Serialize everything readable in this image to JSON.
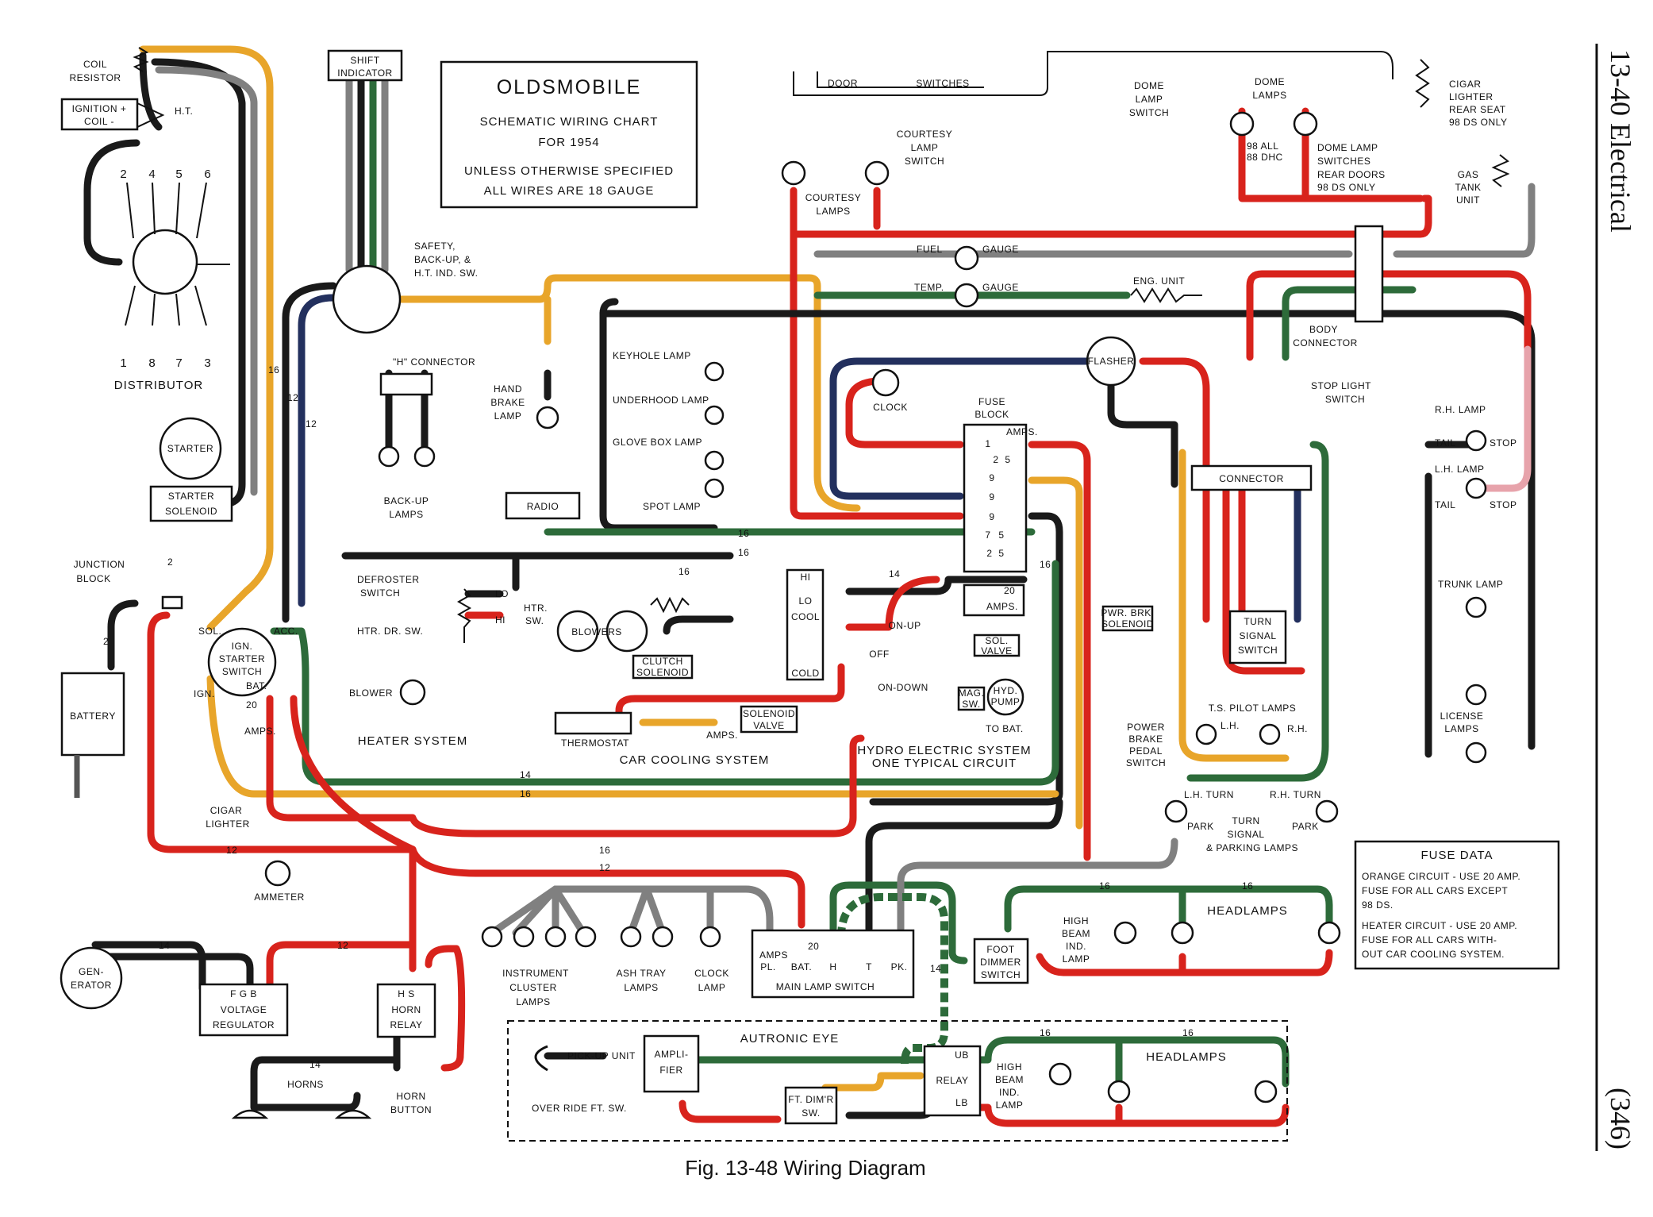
{
  "page": {
    "side_header": "13-40 Electrical",
    "page_number": "(346)",
    "caption": "Fig. 13-48 Wiring Diagram"
  },
  "title_block": {
    "brand": "OLDSMOBILE",
    "line1": "SCHEMATIC WIRING CHART",
    "line2": "FOR 1954",
    "line3": "UNLESS OTHERWISE SPECIFIED",
    "line4": "ALL WIRES ARE 18 GAUGE"
  },
  "fuse_data": {
    "title": "FUSE DATA",
    "orange_1": "ORANGE CIRCUIT - USE 20 AMP.",
    "orange_2": "FUSE FOR ALL CARS EXCEPT",
    "orange_3": "98 DS.",
    "heater_1": "HEATER CIRCUIT - USE 20 AMP.",
    "heater_2": "FUSE FOR ALL CARS WITH-",
    "heater_3": "OUT CAR COOLING SYSTEM."
  },
  "labels": {
    "coil_resistor": [
      "COIL",
      "RESISTOR"
    ],
    "ignition_coil": [
      "IGNITION +",
      "COIL -"
    ],
    "ht": "H.T.",
    "distributor": "DISTRIBUTOR",
    "dist_top": [
      "2",
      "4",
      "5",
      "6"
    ],
    "dist_bottom": [
      "1",
      "8",
      "7",
      "3"
    ],
    "starter": "STARTER",
    "starter_solenoid": [
      "STARTER",
      "SOLENOID"
    ],
    "junction_block": [
      "JUNCTION",
      "BLOCK"
    ],
    "battery": "BATTERY",
    "shift_indicator": [
      "SHIFT",
      "INDICATOR"
    ],
    "safety_switch": [
      "SAFETY,",
      "BACK-UP, &",
      "H.T. IND. SW."
    ],
    "h_connector": "\"H\" CONNECTOR",
    "backup_lamps": [
      "BACK-UP",
      "LAMPS"
    ],
    "hand_brake_lamp": [
      "HAND",
      "BRAKE",
      "LAMP"
    ],
    "door_switches": [
      "DOOR",
      "SWITCHES"
    ],
    "courtesy_lamp_switch": [
      "COURTESY",
      "LAMP",
      "SWITCH"
    ],
    "courtesy_lamps": [
      "COURTESY",
      "LAMPS"
    ],
    "dome_lamp_switch": [
      "DOME",
      "LAMP",
      "SWITCH"
    ],
    "dome_lamps": [
      "DOME",
      "LAMPS"
    ],
    "dome_98": [
      "98 ALL",
      "88 DHC"
    ],
    "dome_lamp_switches": [
      "DOME LAMP",
      "SWITCHES",
      "REAR DOORS",
      "98 DS ONLY"
    ],
    "cigar_lighter_rear": [
      "CIGAR",
      "LIGHTER",
      "REAR SEAT",
      "98 DS ONLY"
    ],
    "gas_tank_unit": [
      "GAS",
      "TANK",
      "UNIT"
    ],
    "fuel_gauge": [
      "FUEL",
      "GAUGE"
    ],
    "temp_gauge": [
      "TEMP.",
      "GAUGE"
    ],
    "eng_unit": "ENG. UNIT",
    "body_connector": [
      "BODY",
      "CONNECTOR"
    ],
    "keyhole_lamp": "KEYHOLE LAMP",
    "underhood_lamp": "UNDERHOOD LAMP",
    "glove_box_lamp": "GLOVE BOX LAMP",
    "spot_lamp": "SPOT LAMP",
    "clock": "CLOCK",
    "flasher": "FLASHER",
    "fuse_block": [
      "FUSE",
      "BLOCK"
    ],
    "amps": "AMPS.",
    "stop_light_switch": [
      "STOP LIGHT",
      "SWITCH"
    ],
    "connector": "CONNECTOR",
    "rh_lamp": "R.H. LAMP",
    "lh_lamp": "L.H. LAMP",
    "tail": "TAIL",
    "stop": "STOP",
    "trunk_lamp": "TRUNK LAMP",
    "license_lamps": [
      "LICENSE",
      "LAMPS"
    ],
    "turn_signal_switch": [
      "TURN",
      "SIGNAL",
      "SWITCH"
    ],
    "ts_pilot_lamps": "T.S. PILOT LAMPS",
    "lh": "L.H.",
    "rh": "R.H.",
    "lh_turn": "L.H. TURN",
    "rh_turn": "R.H. TURN",
    "park": "PARK",
    "turn_signal_parking": [
      "TURN",
      "SIGNAL",
      "& PARKING LAMPS"
    ],
    "radio": "RADIO",
    "defroster_switch": [
      "DEFROSTER",
      "SWITCH"
    ],
    "htr_dr_sw": "HTR. DR. SW.",
    "htr_sw": [
      "HTR.",
      "SW."
    ],
    "lo": "LO",
    "hi": "HI",
    "blower": "BLOWER",
    "heater_system": "HEATER SYSTEM",
    "blowers": "BLOWERS",
    "clutch_solenoid": [
      "CLUTCH",
      "SOLENOID"
    ],
    "cool": "COOL",
    "cold": "COLD",
    "thermostat": "THERMOSTAT",
    "solenoid_valve": [
      "SOLENOID",
      "VALVE"
    ],
    "car_cooling_system": "CAR COOLING SYSTEM",
    "on_up": "ON-UP",
    "off": "OFF",
    "on_down": "ON-DOWN",
    "sol_valve": [
      "SOL.",
      "VALVE"
    ],
    "mag_sw": [
      "MAG.",
      "SW."
    ],
    "hyd_pump": [
      "HYD.",
      "PUMP"
    ],
    "to_bat": "TO BAT.",
    "hydro_electric": [
      "HYDRO ELECTRIC SYSTEM",
      "ONE TYPICAL CIRCUIT"
    ],
    "pwr_brk_solenoid": [
      "PWR. BRK.",
      "SOLENOID"
    ],
    "power_brake_pedal_switch": [
      "POWER",
      "BRAKE",
      "PEDAL",
      "SWITCH"
    ],
    "ign_starter_switch": [
      "IGN.",
      "STARTER",
      "SWITCH"
    ],
    "sol": "SOL.",
    "acc": "ACC.",
    "ign": "IGN.",
    "bat": "BAT.",
    "cigar_lighter": [
      "CIGAR",
      "LIGHTER"
    ],
    "ammeter": "AMMETER",
    "generator": [
      "GEN-",
      "ERATOR"
    ],
    "voltage_regulator": [
      "F G B",
      "VOLTAGE",
      "REGULATOR"
    ],
    "horn_relay": [
      "H S",
      "HORN",
      "RELAY"
    ],
    "horns": "HORNS",
    "horn_button": [
      "HORN",
      "BUTTON"
    ],
    "instrument_cluster_lamps": [
      "INSTRUMENT",
      "CLUSTER",
      "LAMPS"
    ],
    "ash_tray_lamps": [
      "ASH TRAY",
      "LAMPS"
    ],
    "clock_lamp": [
      "CLOCK",
      "LAMP"
    ],
    "main_lamp_switch": [
      "AMPS",
      "PL.",
      "BAT.",
      "H",
      "T",
      "PK.",
      "MAIN LAMP SWITCH"
    ],
    "foot_dimmer_switch": [
      "FOOT",
      "DIMMER",
      "SWITCH"
    ],
    "high_beam_ind_lamp": [
      "HIGH",
      "BEAM",
      "IND.",
      "LAMP"
    ],
    "headlamps": "HEADLAMPS",
    "autronic_eye": "AUTRONIC EYE",
    "pickup_unit": "PICK-UP UNIT",
    "amplifier": [
      "AMPLI-",
      "FIER"
    ],
    "over_ride": "OVER RIDE FT. SW.",
    "ft_dimr_sw": [
      "FT. DIM'R",
      "SW."
    ],
    "relay": "RELAY",
    "ub": "UB",
    "lb": "LB",
    "gauge_16": "16",
    "gauge_14": "14",
    "gauge_12": "12",
    "gauge_2": "2",
    "gauge_20": "20",
    "fuse_amps": [
      "1",
      "2",
      "5",
      "9",
      "9",
      "9",
      "7",
      "5",
      "2",
      "5"
    ]
  },
  "colors": {
    "black": "#1a1a1a",
    "red": "#d8231c",
    "orange": "#e8a52a",
    "green": "#2d6b3a",
    "gray": "#808080",
    "blue": "#23305e",
    "pink": "#e7a3ab"
  }
}
